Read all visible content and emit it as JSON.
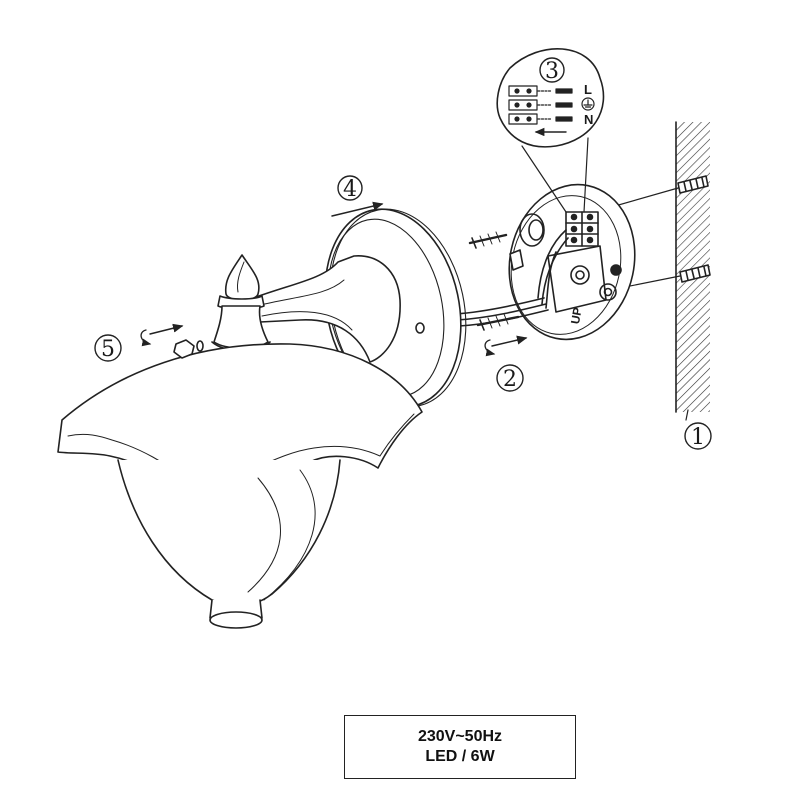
{
  "steps": [
    {
      "id": "1",
      "label": "1"
    },
    {
      "id": "2",
      "label": "2"
    },
    {
      "id": "3",
      "label": "3"
    },
    {
      "id": "4",
      "label": "4"
    },
    {
      "id": "5",
      "label": "5"
    }
  ],
  "terminal_labels": {
    "live": "L",
    "neutral": "N"
  },
  "bracket_marking": "UP",
  "spec": {
    "voltage": "230V~50Hz",
    "lamp": "LED / 6W"
  }
}
